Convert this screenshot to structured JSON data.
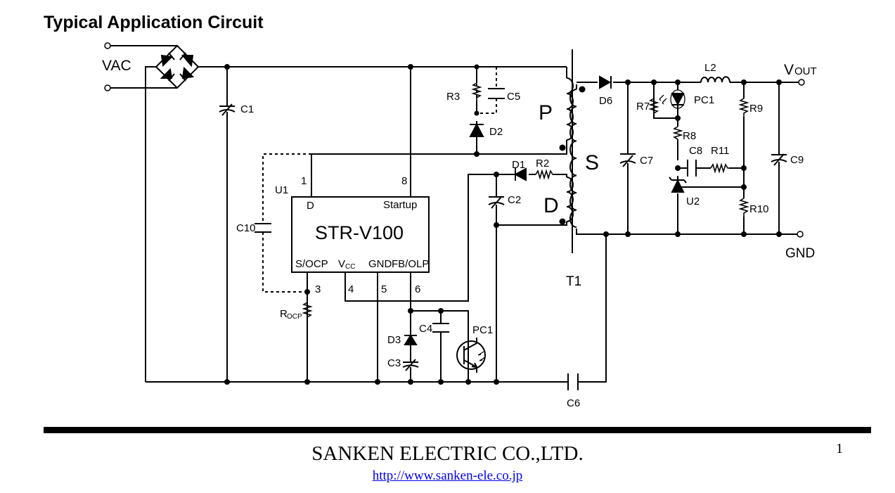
{
  "title": "Typical Application Circuit",
  "ic": {
    "part_number": "STR-V100",
    "ref": "U1",
    "pin_labels": {
      "d": "D",
      "startup": "Startup",
      "s_ocp": "S/OCP",
      "vcc_main": "V",
      "vcc_sub": "CC",
      "gnd": "GND",
      "fb_olp": "FB/OLP"
    },
    "pin_numbers": {
      "p1": "1",
      "p8": "8",
      "p3": "3",
      "p4": "4",
      "p5": "5",
      "p6": "6"
    }
  },
  "labels": {
    "vac": "VAC",
    "vout_main": "V",
    "vout_sub": "OUT",
    "gnd": "GND",
    "transformer": "T1",
    "winding_p": "P",
    "winding_s": "S",
    "winding_d": "D",
    "rocp_main": "R",
    "rocp_sub": "OCP"
  },
  "components": {
    "C1": "C1",
    "C2": "C2",
    "C3": "C3",
    "C4": "C4",
    "C5": "C5",
    "C6": "C6",
    "C7": "C7",
    "C8": "C8",
    "C9": "C9",
    "C10": "C10",
    "R2": "R2",
    "R3": "R3",
    "R7": "R7",
    "R8": "R8",
    "R9": "R9",
    "R10": "R10",
    "R11": "R11",
    "D1": "D1",
    "D2": "D2",
    "D3": "D3",
    "D6": "D6",
    "L2": "L2",
    "U2": "U2",
    "PC1_primary": "PC1",
    "PC1_secondary": "PC1"
  },
  "footer": {
    "company": "SANKEN ELECTRIC CO.,LTD.",
    "url": "http://www.sanken-ele.co.jp",
    "page_number": "1"
  }
}
